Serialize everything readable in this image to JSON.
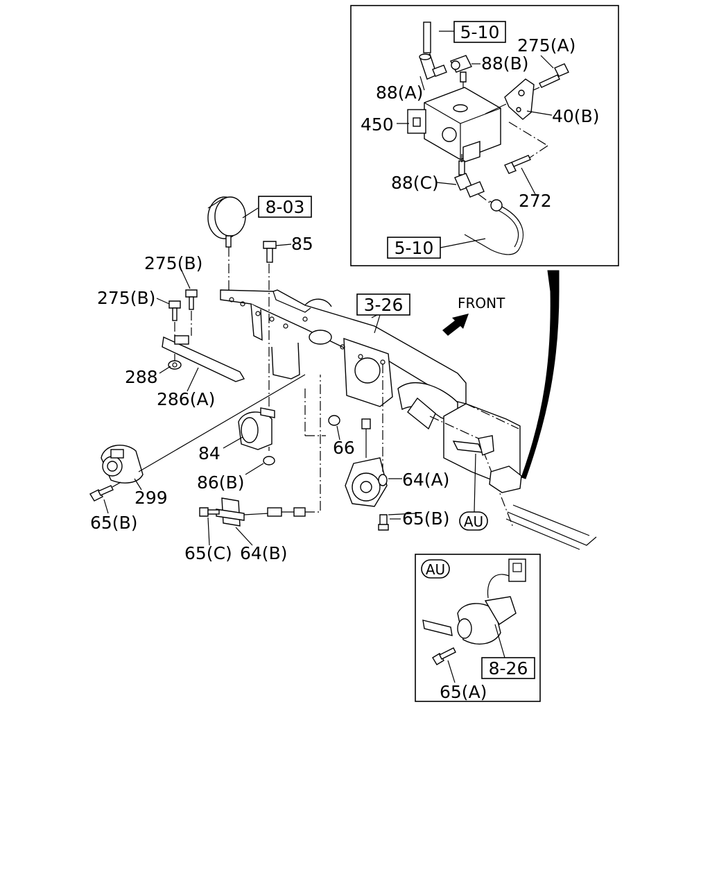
{
  "refs": {
    "r510_top": "5-10",
    "r510_bot": "5-10",
    "r803": "8-03",
    "r326": "3-26",
    "r826": "8-26"
  },
  "labels": {
    "l275a": "275(A)",
    "l88b": "88(B)",
    "l88a": "88(A)",
    "l450": "450",
    "l40b": "40(B)",
    "l88c": "88(C)",
    "l272": "272",
    "l85": "85",
    "l275b_1": "275(B)",
    "l275b_2": "275(B)",
    "l288": "288",
    "l286a": "286(A)",
    "l84": "84",
    "l66": "66",
    "l86b": "86(B)",
    "l64a": "64(A)",
    "l299": "299",
    "l65b_1": "65(B)",
    "l65b_2": "65(B)",
    "l65c": "65(C)",
    "l64b": "64(B)",
    "l65a": "65(A)",
    "front": "FRONT",
    "au_callout": "AU",
    "au_detail": "AU"
  }
}
